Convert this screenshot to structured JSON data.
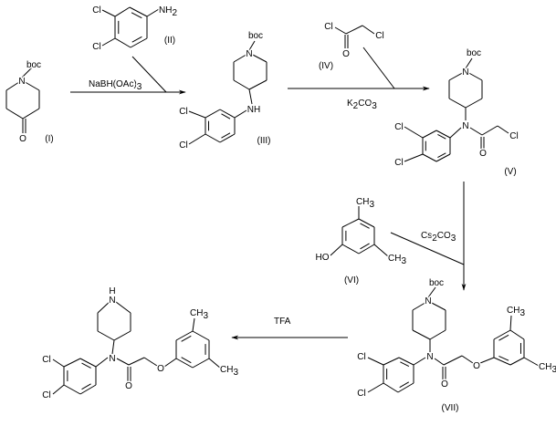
{
  "compounds": {
    "I": {
      "label": "(I)",
      "atoms": {
        "boc": "boc",
        "N": "N",
        "O": "O"
      }
    },
    "II": {
      "label": "(II)",
      "atoms": {
        "Cl1": "Cl",
        "Cl2": "Cl",
        "NH": "NH",
        "NH_sub": "2"
      }
    },
    "III": {
      "label": "(III)",
      "atoms": {
        "boc": "boc",
        "N": "N",
        "NH": "NH",
        "Cl1": "Cl",
        "Cl2": "Cl"
      }
    },
    "IV": {
      "label": "(IV)",
      "atoms": {
        "Cl1": "Cl",
        "Cl2": "Cl",
        "O": "O"
      }
    },
    "V": {
      "label": "(V)",
      "atoms": {
        "boc": "boc",
        "N1": "N",
        "N2": "N",
        "Cl1": "Cl",
        "Cl2": "Cl",
        "Cl3": "Cl",
        "O": "O"
      }
    },
    "VI": {
      "label": "(VI)",
      "atoms": {
        "CH": "CH",
        "sub": "3",
        "HO": "HO"
      }
    },
    "VII": {
      "label": "(VII)",
      "atoms": {
        "boc": "boc",
        "N1": "N",
        "N2": "N",
        "Cl1": "Cl",
        "Cl2": "Cl",
        "O1": "O",
        "O2": "O",
        "CH": "CH",
        "sub": "3"
      }
    },
    "final": {
      "atoms": {
        "H": "H",
        "N1": "N",
        "N2": "N",
        "Cl1": "Cl",
        "Cl2": "Cl",
        "O1": "O",
        "O2": "O",
        "CH": "CH",
        "sub": "3"
      }
    }
  },
  "reagents": {
    "step1": {
      "main": "NaBH(OAc)",
      "sub": "3"
    },
    "step2": {
      "a": "K",
      "sub1": "2",
      "b": "CO",
      "sub2": "3"
    },
    "step3": {
      "a": "Cs",
      "sub1": "2",
      "b": "CO",
      "sub2": "3"
    },
    "step4": {
      "main": "TFA"
    }
  }
}
